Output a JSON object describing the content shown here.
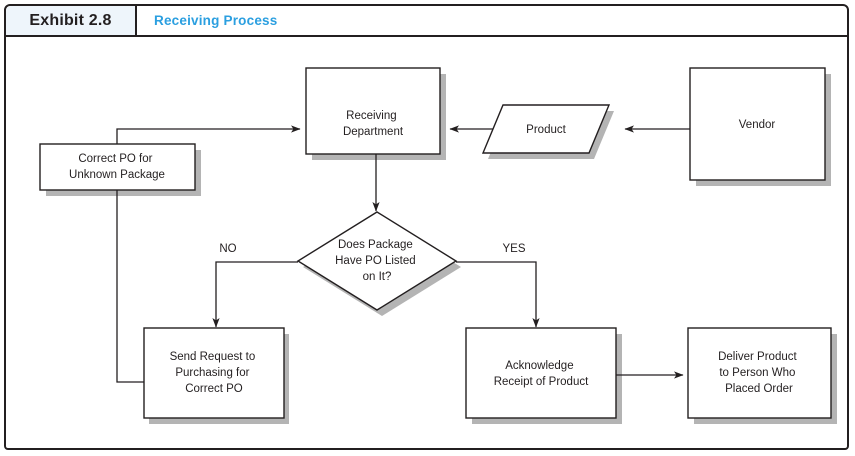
{
  "exhibit": {
    "tag": "Exhibit 2.8",
    "title": "Receiving Process",
    "accent_color": "#2b9fe0",
    "tag_background": "#eef5fb",
    "border_color": "#231f20",
    "shadow_color": "#b4b4b4"
  },
  "diagram": {
    "type": "flowchart",
    "nodes": [
      {
        "id": "receiving-department",
        "shape": "process",
        "lines": [
          "Receiving",
          "Department"
        ]
      },
      {
        "id": "product",
        "shape": "data-parallelogram",
        "lines": [
          "Product"
        ]
      },
      {
        "id": "vendor",
        "shape": "process",
        "lines": [
          "Vendor"
        ]
      },
      {
        "id": "correct-po-unknown-package",
        "shape": "process",
        "lines": [
          "Correct PO for",
          "Unknown Package"
        ]
      },
      {
        "id": "does-package-have-po",
        "shape": "decision",
        "lines": [
          "Does Package",
          "Have PO Listed",
          "on It?"
        ]
      },
      {
        "id": "send-request-purchasing",
        "shape": "process",
        "lines": [
          "Send Request to",
          "Purchasing for",
          "Correct PO"
        ]
      },
      {
        "id": "acknowledge-receipt",
        "shape": "process",
        "lines": [
          "Acknowledge",
          "Receipt of Product"
        ]
      },
      {
        "id": "deliver-product",
        "shape": "process",
        "lines": [
          "Deliver Product",
          "to Person Who",
          "Placed Order"
        ]
      }
    ],
    "branch_labels": {
      "no": "NO",
      "yes": "YES"
    },
    "edges": [
      {
        "from": "vendor",
        "to": "product",
        "label": ""
      },
      {
        "from": "product",
        "to": "receiving-department",
        "label": ""
      },
      {
        "from": "receiving-department",
        "to": "does-package-have-po",
        "label": ""
      },
      {
        "from": "does-package-have-po",
        "to": "send-request-purchasing",
        "label": "NO"
      },
      {
        "from": "does-package-have-po",
        "to": "acknowledge-receipt",
        "label": "YES"
      },
      {
        "from": "send-request-purchasing",
        "to": "receiving-department",
        "label": ""
      },
      {
        "from": "acknowledge-receipt",
        "to": "deliver-product",
        "label": ""
      }
    ]
  }
}
